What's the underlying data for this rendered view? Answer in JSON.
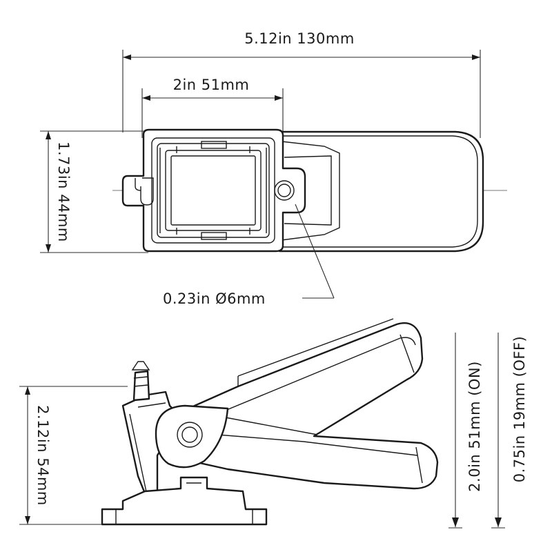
{
  "top_view": {
    "overall_length": "5.12in  130mm",
    "body_length": "2in  51mm",
    "width": "1.73in  44mm",
    "hole_diameter": "0.23in  Ø6mm"
  },
  "side_view": {
    "base_height": "2.12in  54mm",
    "on_level": "2.0in  51mm (ON)",
    "off_level": "0.75in  19mm (OFF)"
  }
}
